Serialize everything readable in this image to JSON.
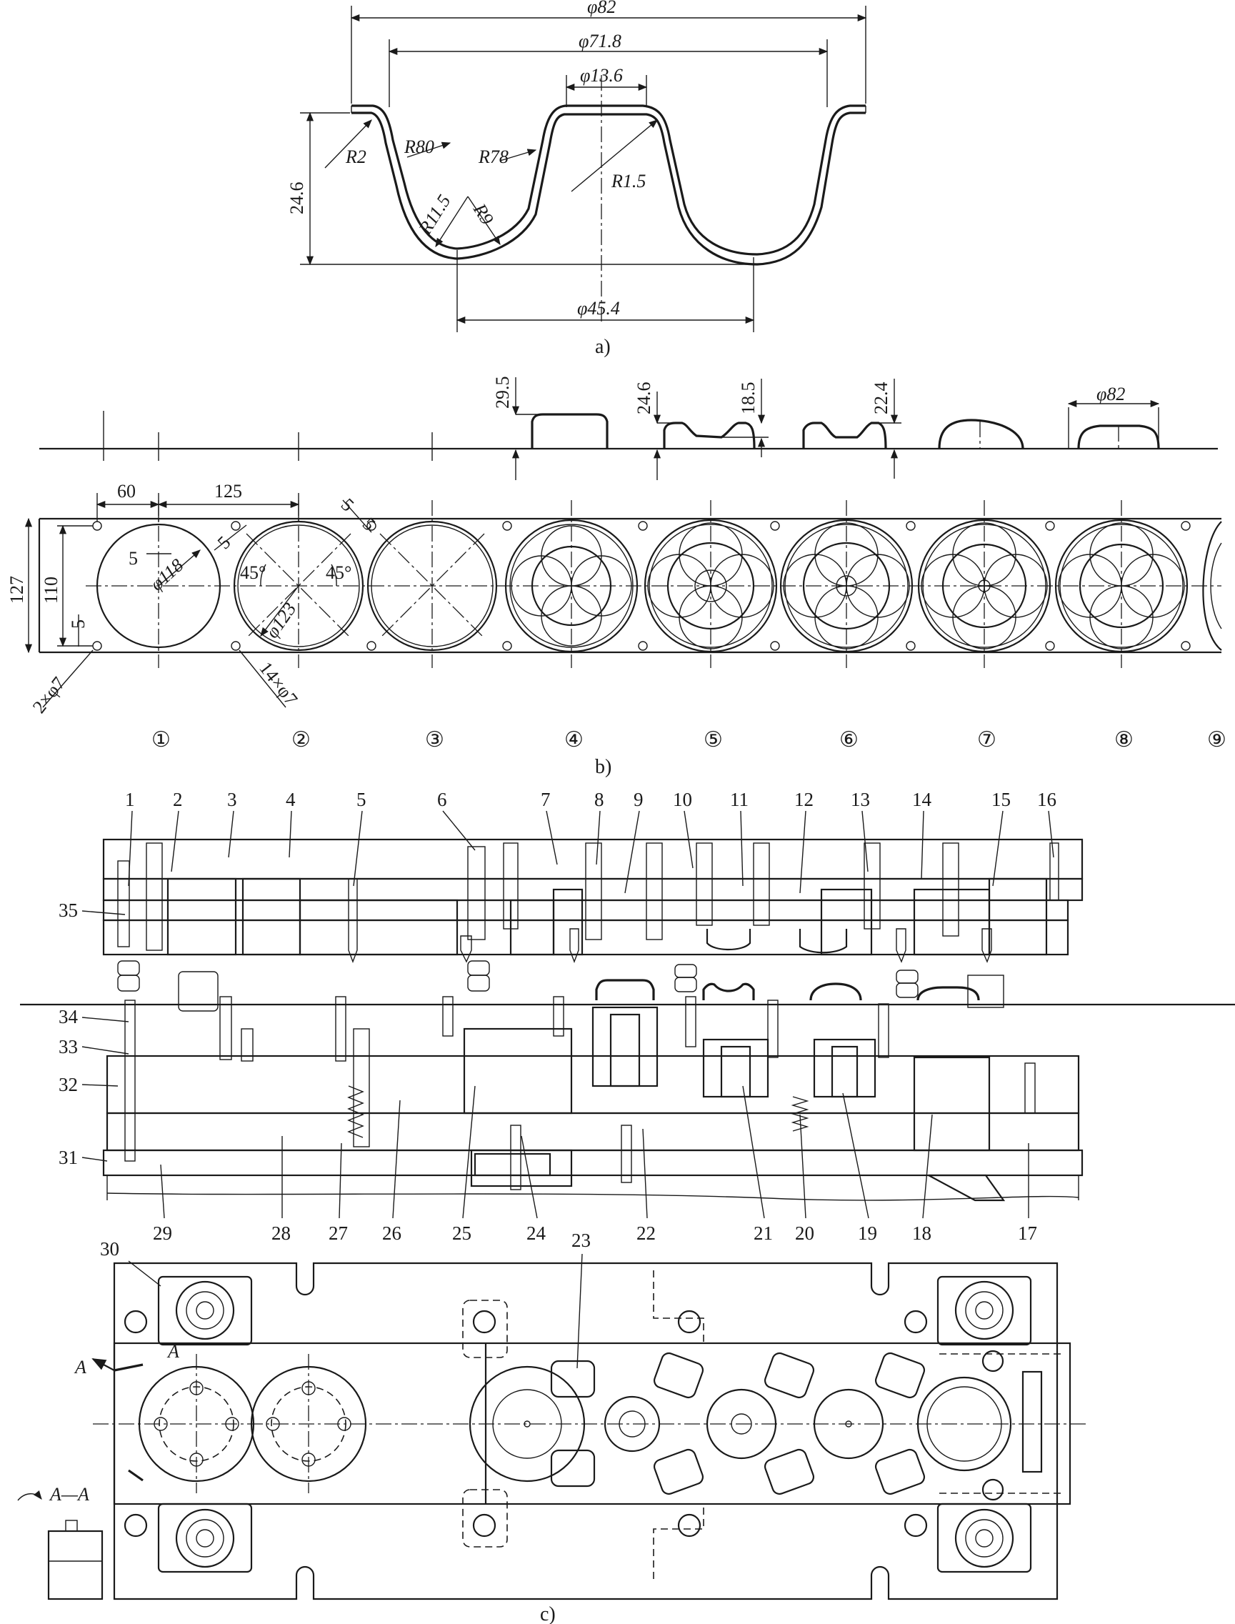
{
  "colors": {
    "ink": "#1a1a1a",
    "paper": "#ffffff"
  },
  "part_view": {
    "caption": "a)",
    "dims": {
      "d82": "φ82",
      "d71_8": "φ71.8",
      "d13_6": "φ13.6",
      "d45_4": "φ45.4",
      "h24_6": "24.6",
      "r2": "R2",
      "r80": "R80",
      "r78": "R78",
      "r1_5": "R1.5",
      "r11_5": "R11.5",
      "r9": "R9"
    }
  },
  "strip_layout": {
    "caption": "b)",
    "profile_dims": {
      "h29_5": "29.5",
      "h24_6": "24.6",
      "h18_5": "18.5",
      "h22_4": "22.4",
      "d82": "φ82"
    },
    "plan_dims": {
      "p60": "60",
      "p125": "125",
      "w127": "127",
      "w110": "110",
      "s5a": "5",
      "s5b": "5",
      "s5c": "5",
      "s5d": "5",
      "s5e": "5",
      "d118": "φ118",
      "d123": "φ123",
      "a45l": "45°",
      "a45r": "45°",
      "holes2": "2×φ7",
      "holes14": "14×φ7"
    },
    "stations": [
      "①",
      "②",
      "③",
      "④",
      "⑤",
      "⑥",
      "⑦",
      "⑧",
      "⑨"
    ]
  },
  "die_assembly": {
    "caption": "c)",
    "section_label": "A—A",
    "section_mark": "A",
    "top_part_numbers": [
      "1",
      "2",
      "3",
      "4",
      "5",
      "6",
      "7",
      "8",
      "9",
      "10",
      "11",
      "12",
      "13",
      "14",
      "15",
      "16"
    ],
    "left_part_numbers": [
      "35",
      "34",
      "33",
      "32",
      "31"
    ],
    "bottom_part_numbers": [
      "29",
      "28",
      "27",
      "26",
      "25",
      "24",
      "22",
      "21",
      "20",
      "19",
      "18",
      "17"
    ],
    "plan_part_numbers": [
      "30",
      "23"
    ]
  }
}
